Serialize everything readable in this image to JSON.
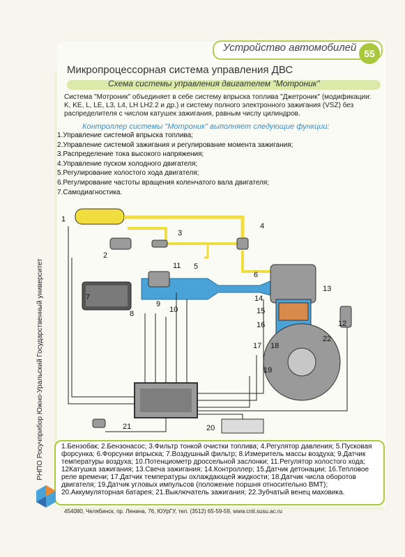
{
  "header": {
    "section": "Устройство автомобилей",
    "page_number": "55"
  },
  "title": "Микропроцессорная система управления ДВС",
  "subtitle": "Схема системы управления двигателем \"Мотроник\"",
  "intro": "Система \"Мотроник\" объединяет в себе систему впрыска топлива \"Джетроник\" (модификации: K, KE, L, LE, L3, L4, LH LH2.2 и др.) и систему полного электронного зажигания (VSZ) без распределителя с числом катушек зажигания, равным числу цилиндров.",
  "functions_title": "Контроллер системы \"Мотроник\" выполняет следующие функции:",
  "functions": [
    "1.Управление системой впрыска топлива;",
    "2.Управление системой зажигания и регулирование момента зажигания;",
    "3.Распределение тока высокого напряжения;",
    "4.Управление пуском холодного двигателя;",
    "5.Регулирование холостого хода двигателя;",
    "6.Регулирование частоты вращения коленчатого вала двигателя;",
    "7.Самодиагностика."
  ],
  "diagram_labels": [
    "1",
    "2",
    "3",
    "4",
    "5",
    "6",
    "7",
    "8",
    "9",
    "10",
    "11",
    "12",
    "13",
    "14",
    "15",
    "16",
    "17",
    "18",
    "19",
    "20",
    "21",
    "22"
  ],
  "legend": [
    "1.Бензобак; 2.Бензонасос; 3.Фильтр тонкой очистки топлива; 4.Регулятор давления; 5.Пусковая",
    "форсунка; 6.Форсунки впрыска; 7.Воздушный фильтр; 8.Измеритель массы воздуха; 9.Датчик",
    "температуры воздуха; 10.Потенциометр дроссельной заслонки; 11.Регулятор холостого хода;",
    "12Катушка зажигания; 13.Свеча зажигания; 14.Контроллер; 15.Датчик детонации; 16.Тепловое",
    "реле времени; 17.Датчик температуры охлаждающей жидкости; 18.Датчик числа оборотов",
    "двигателя; 19.Датчик угловых импульсов (положение поршня относительно ВМТ);",
    "20.Аккумуляторная батарея; 21.Выключатель зажигания; 22.Зубчатый венец маховика."
  ],
  "footer": "454080, Челябинск, пр. Ленина, 76, ЮУрГУ, тел. (3512) 65-59-59, www.cnit.susu.ac.ru",
  "side_caption": "РНПО Росучприбор   Южно-Уральский Государственный университет",
  "colors": {
    "accent_green": "#aac83d",
    "fuel_yellow": "#f1dd3d",
    "air_blue": "#4aa3d8",
    "engine_gray": "#9a9a9a",
    "functions_blue": "#3a8fc9"
  }
}
